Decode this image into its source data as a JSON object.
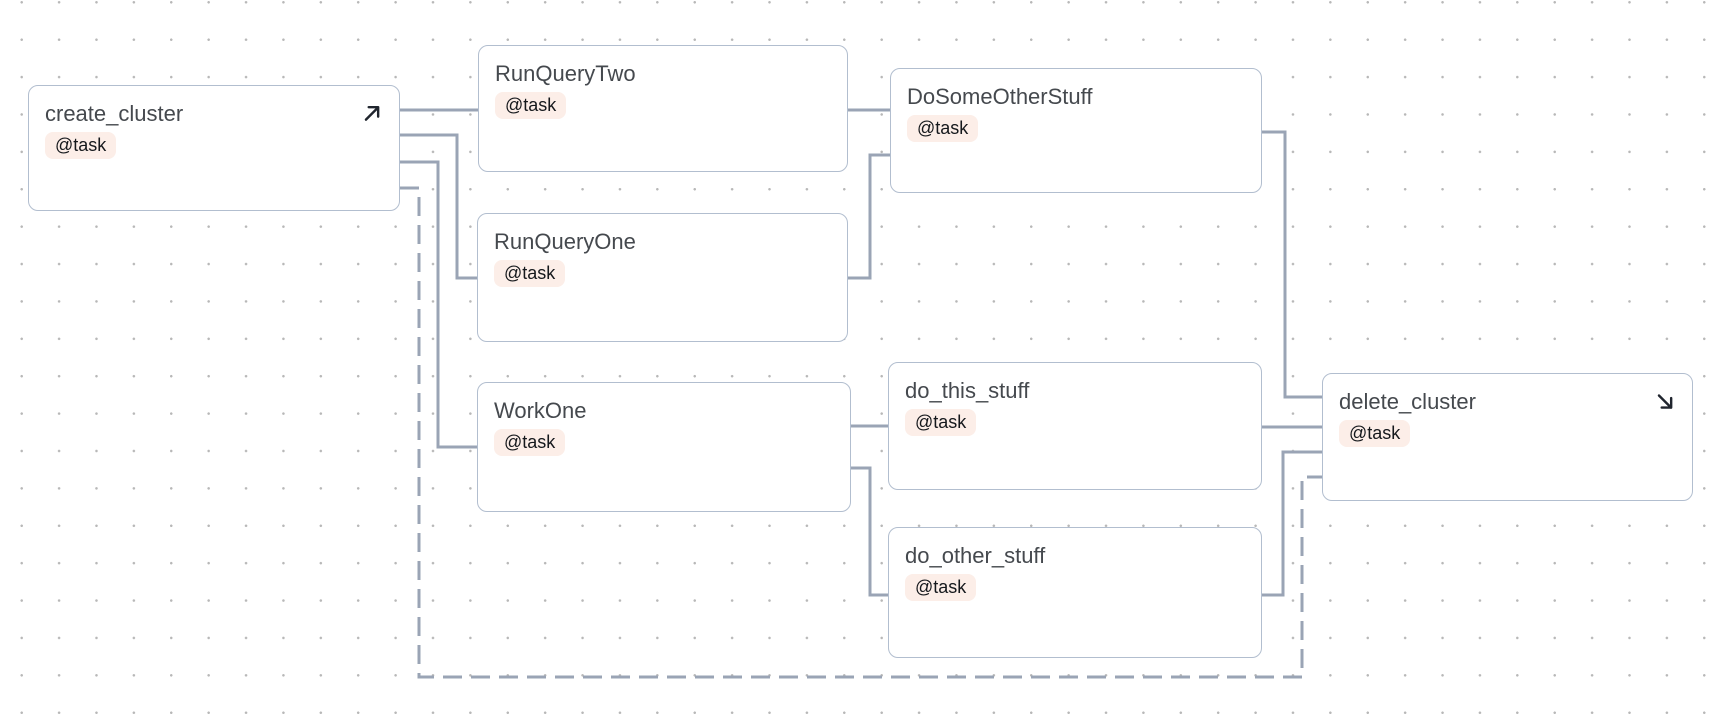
{
  "graph": {
    "kind": "task-flow-dag",
    "badge_label": "@task"
  },
  "nodes": [
    {
      "id": "create_cluster",
      "label": "create_cluster",
      "badge": "@task",
      "corner_icon": "arrow-up-right-icon"
    },
    {
      "id": "RunQueryTwo",
      "label": "RunQueryTwo",
      "badge": "@task",
      "corner_icon": null
    },
    {
      "id": "RunQueryOne",
      "label": "RunQueryOne",
      "badge": "@task",
      "corner_icon": null
    },
    {
      "id": "WorkOne",
      "label": "WorkOne",
      "badge": "@task",
      "corner_icon": null
    },
    {
      "id": "DoSomeOtherStuff",
      "label": "DoSomeOtherStuff",
      "badge": "@task",
      "corner_icon": null
    },
    {
      "id": "do_this_stuff",
      "label": "do_this_stuff",
      "badge": "@task",
      "corner_icon": null
    },
    {
      "id": "do_other_stuff",
      "label": "do_other_stuff",
      "badge": "@task",
      "corner_icon": null
    },
    {
      "id": "delete_cluster",
      "label": "delete_cluster",
      "badge": "@task",
      "corner_icon": "arrow-down-right-icon"
    }
  ],
  "edges": [
    {
      "from": "create_cluster",
      "to": "RunQueryTwo",
      "style": "solid"
    },
    {
      "from": "create_cluster",
      "to": "RunQueryOne",
      "style": "solid"
    },
    {
      "from": "create_cluster",
      "to": "WorkOne",
      "style": "solid"
    },
    {
      "from": "create_cluster",
      "to": "delete_cluster",
      "style": "dashed"
    },
    {
      "from": "RunQueryTwo",
      "to": "DoSomeOtherStuff",
      "style": "solid"
    },
    {
      "from": "RunQueryOne",
      "to": "DoSomeOtherStuff",
      "style": "solid"
    },
    {
      "from": "WorkOne",
      "to": "do_this_stuff",
      "style": "solid"
    },
    {
      "from": "WorkOne",
      "to": "do_other_stuff",
      "style": "solid"
    },
    {
      "from": "DoSomeOtherStuff",
      "to": "delete_cluster",
      "style": "solid"
    },
    {
      "from": "do_this_stuff",
      "to": "delete_cluster",
      "style": "solid"
    },
    {
      "from": "do_other_stuff",
      "to": "delete_cluster",
      "style": "solid"
    }
  ],
  "colors": {
    "edge": "#9aa4b5",
    "node_border": "#b2becf",
    "node_background": "#ffffff",
    "title_text": "#45494e",
    "badge_background": "#fceee8",
    "badge_text": "#15181c",
    "icon": "#20252e",
    "canvas_dot": "#b8b8b8"
  }
}
